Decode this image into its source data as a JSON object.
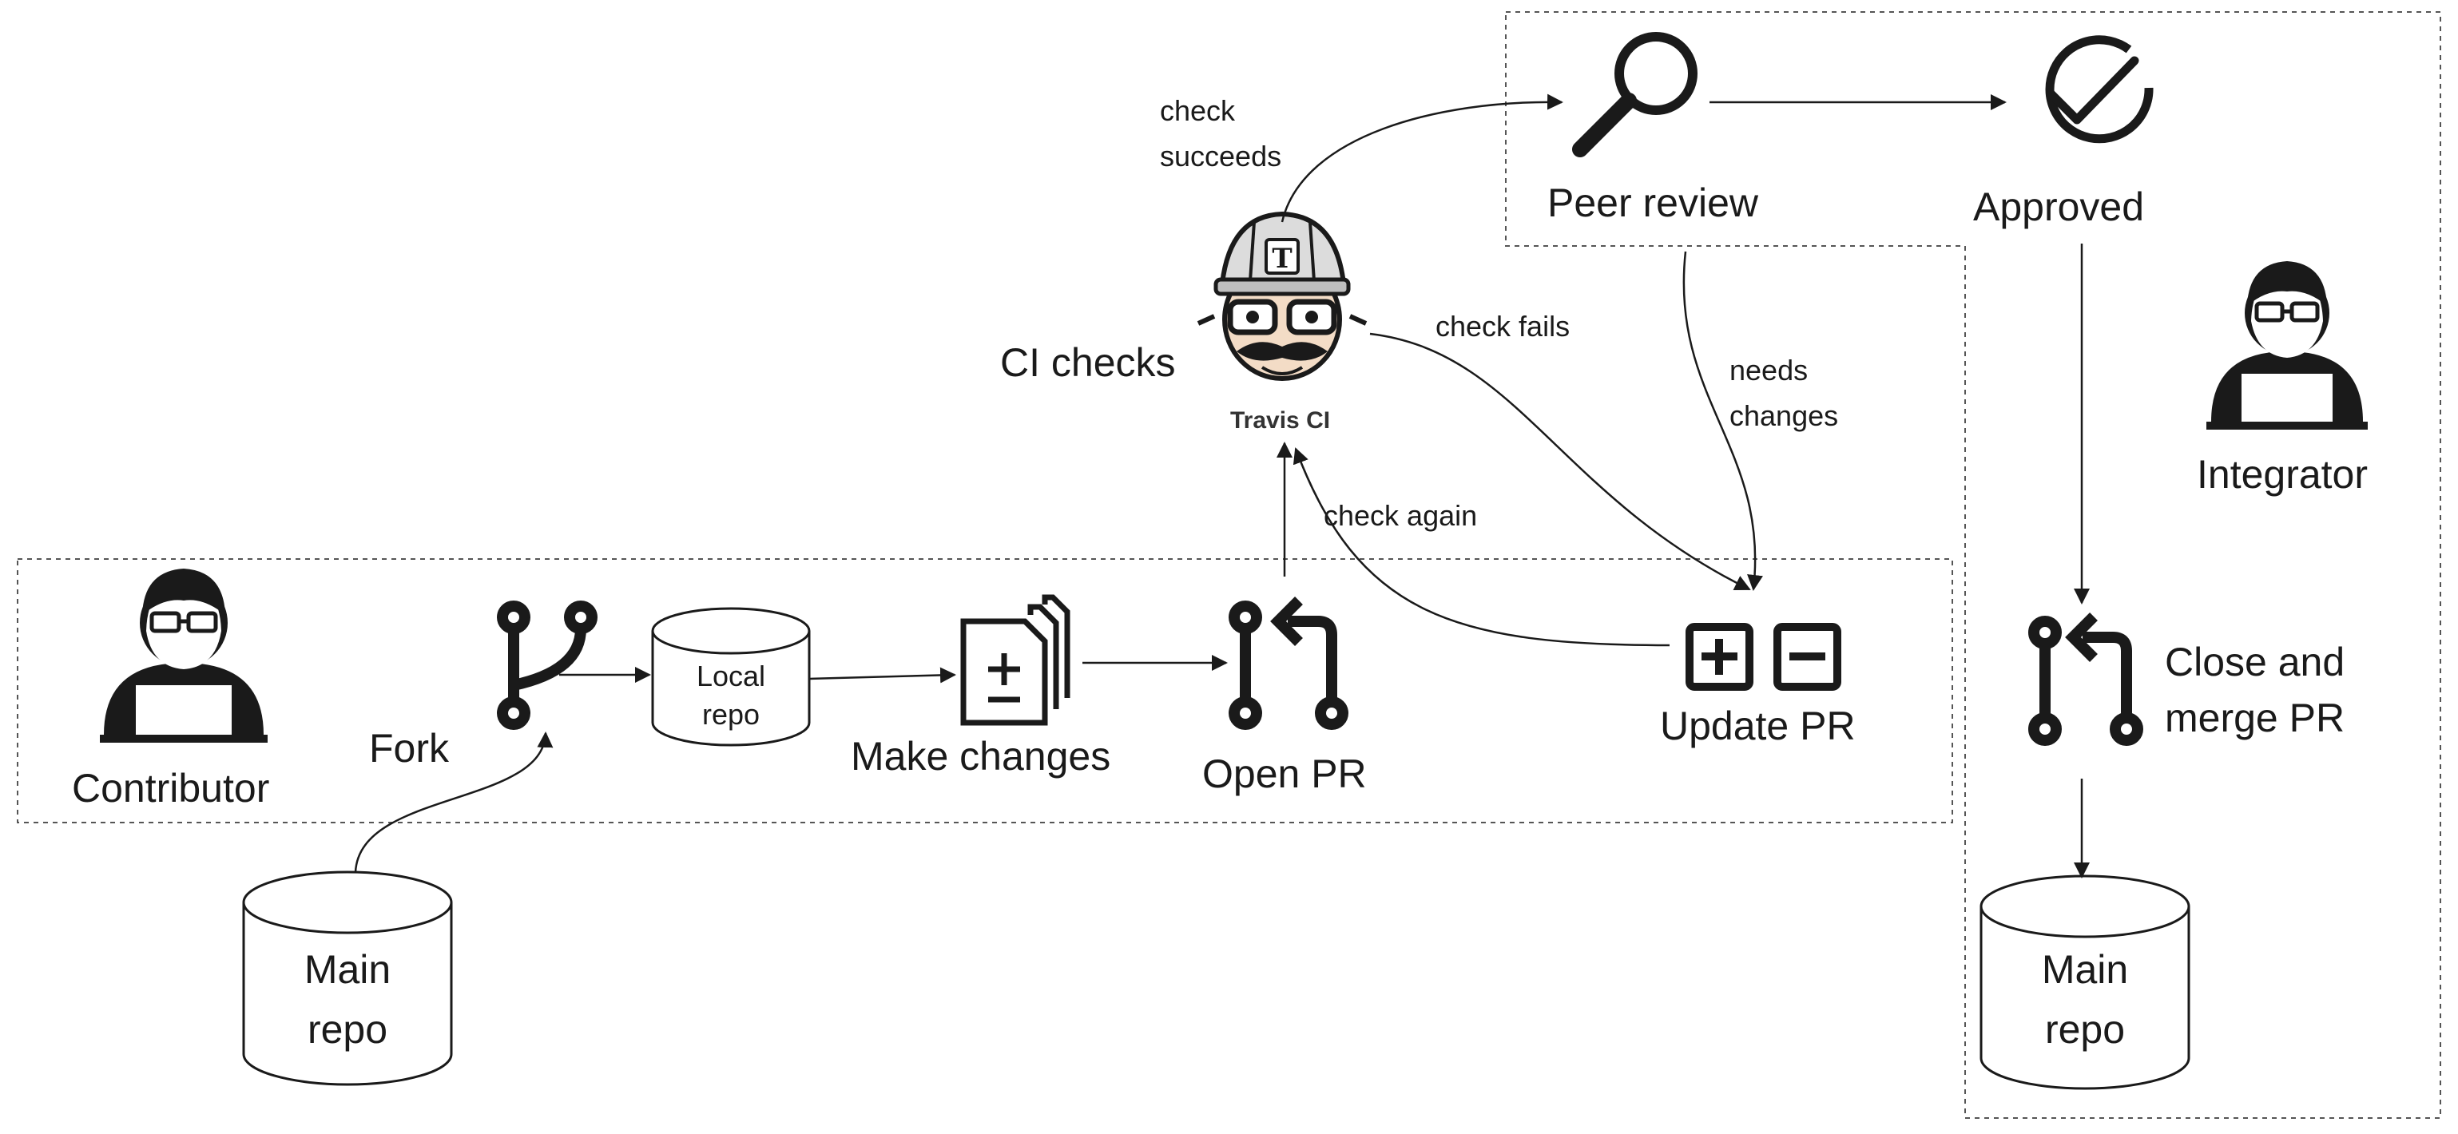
{
  "labels": {
    "contributor": "Contributor",
    "fork": "Fork",
    "local_repo_line1": "Local",
    "local_repo_line2": "repo",
    "make_changes": "Make changes",
    "open_pr": "Open PR",
    "update_pr": "Update PR",
    "ci_checks": "CI checks",
    "travis_ci": "Travis CI",
    "travis_hat_letter": "T",
    "peer_review": "Peer review",
    "approved": "Approved",
    "integrator": "Integrator",
    "close_merge_line1": "Close and",
    "close_merge_line2": "merge PR",
    "main_repo_left_line1": "Main",
    "main_repo_left_line2": "repo",
    "main_repo_right_line1": "Main",
    "main_repo_right_line2": "repo"
  },
  "edge_labels": {
    "check_succeeds_line1": "check",
    "check_succeeds_line2": "succeeds",
    "check_fails": "check fails",
    "needs_changes_line1": "needs",
    "needs_changes_line2": "changes",
    "check_again": "check again"
  },
  "colors": {
    "stroke": "#1a1a1a",
    "border_dash": "#555555",
    "text": "#1a1a1a"
  }
}
